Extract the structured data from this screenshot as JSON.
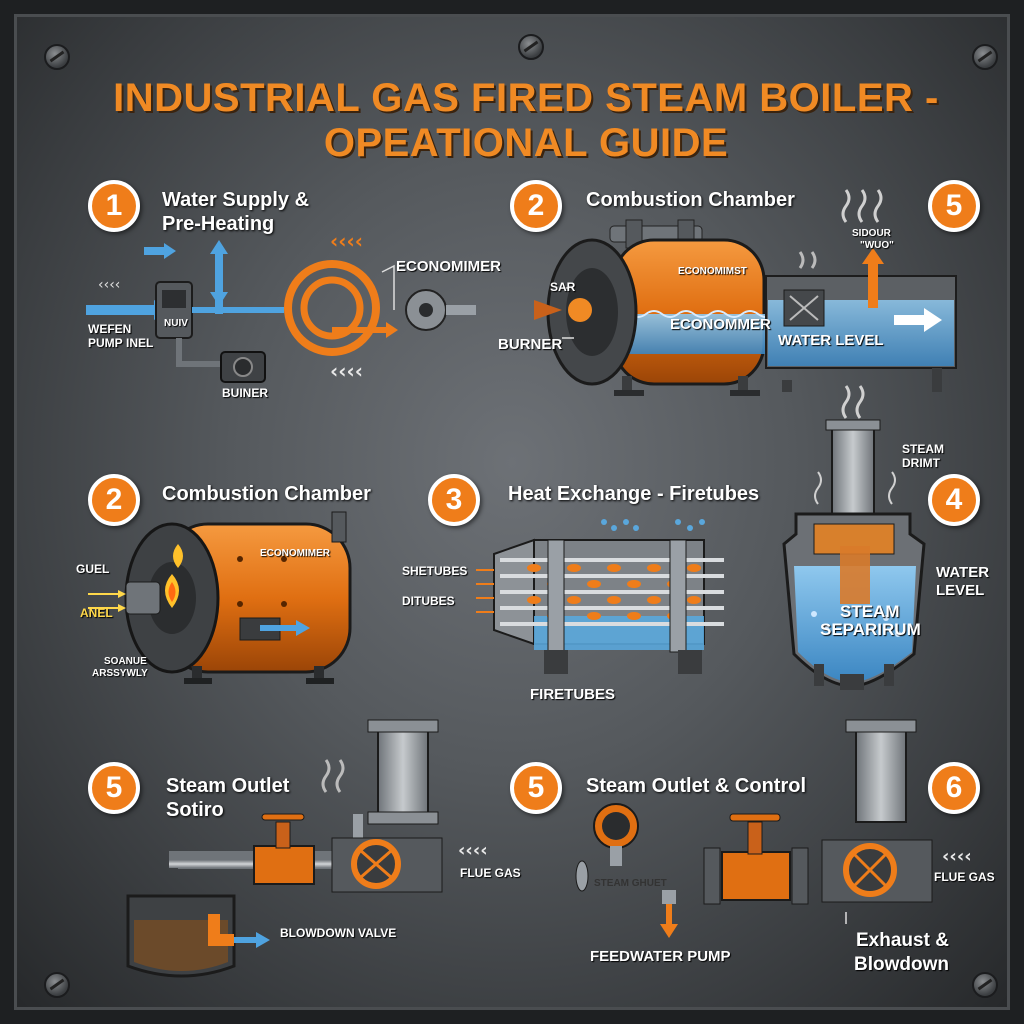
{
  "title": "INDUSTRIAL GAS FIRED STEAM BOILER - OPEATIONAL GUIDE",
  "steps": [
    {
      "number": "1",
      "heading_line1": "Water Supply &",
      "heading_line2": "Pre-Heating"
    },
    {
      "number": "2",
      "heading": "Combustion Chamber"
    },
    {
      "number": "5"
    },
    {
      "number": "2",
      "heading": "Combustion Chamber"
    },
    {
      "number": "3",
      "heading": "Heat Exchange - Firetubes"
    },
    {
      "number": "4"
    },
    {
      "number": "5",
      "heading_line1": "Steam Outlet",
      "heading_line2": "Sotiro"
    },
    {
      "number": "5",
      "heading": "Steam Outlet & Control"
    },
    {
      "number": "6"
    }
  ],
  "labels": {
    "economimer": "ECONOMIMER",
    "wefen": "WEFEN",
    "pump": "PUMP",
    "inel": "INEL",
    "nuiv": "NUIV",
    "buiner": "BUINER",
    "sar": "SAR",
    "burner": "BURNER",
    "economimst": "ECONOMIMST",
    "economnmer": "ECONOMMER",
    "water_level": "WATER LEVEL",
    "sidsour": "SIDOUR",
    "wuo": "\"WUO\"",
    "guel": "GUEL",
    "anel": "ANEL",
    "soanue": "SOANUE",
    "assywly": "ARSSYWLY",
    "economimer2": "ECONOMIMER",
    "shetubes": "SHETUBES",
    "ditubes": "DITUBES",
    "firetubes": "FIRETUBES",
    "steam": "STEAM",
    "drimt": "DRIMT",
    "water": "WATER",
    "level": "LEVEL",
    "steam_sep1": "STEAM",
    "steam_sep2": "SEPARIRUM",
    "flue_gas": "FLUE GAS",
    "blowdown_valve": "BLOWDOWN VALVE",
    "steam_ghuet": "STEAM GHUET",
    "feedwater_pump": "FEEDWATER PUMP",
    "flue_gas2": "FLUE GAS",
    "exhaust": "Exhaust &",
    "blowdown": "Blowdown"
  },
  "colors": {
    "accent": "#ef7d1a",
    "water": "#5aa7dc",
    "metal": "#9aa0a6",
    "title": "#f08a24"
  }
}
